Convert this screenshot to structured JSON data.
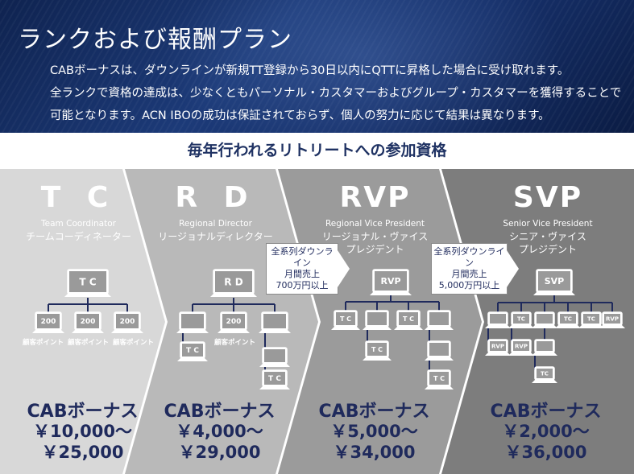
{
  "header": {
    "title": "ランクおよび報酬プラン",
    "description": [
      "CABボーナスは、ダウンラインが新規TT登録から30日以内にQTTに昇格した場合に受け取れます。",
      "全ランクで資格の達成は、少なくともパーソナル・カスタマーおよびグループ・カスタマーを獲得することで",
      "可能となります。ACN IBOの成功は保証されておらず、個人の努力に応じて結果は異なります。"
    ]
  },
  "subtitle": "毎年行われるリトリートへの参加資格",
  "colors": {
    "header_bg": "#16306a",
    "tc": "#d8d8d8",
    "rd": "#b9b9b9",
    "rvp": "#9b9b9b",
    "svp": "#7d7d7d",
    "bonus_text": "#1f2a5c"
  },
  "ranks": [
    {
      "code": "T C",
      "en": "Team Coordinator",
      "ja": "チームコーディネーター",
      "icon_label": "T C",
      "bonus_label": "CABボーナス",
      "bonus_min": "￥10,000～",
      "bonus_max": "￥25,000",
      "point_value": "200",
      "point_label": "顧客ポイント"
    },
    {
      "code": "R D",
      "en": "Regional Director",
      "ja": "リージョナルディレクター",
      "icon_label": "R D",
      "bonus_label": "CABボーナス",
      "bonus_min": "￥4,000～",
      "bonus_max": "￥29,000",
      "point_value": "200",
      "point_label": "顧客ポイント",
      "tc_label": "T C"
    },
    {
      "code": "RVP",
      "en": "Regional Vice President",
      "ja": "リージョナル・ヴァイス\nプレジデント",
      "icon_label": "RVP",
      "bonus_label": "CABボーナス",
      "bonus_min": "￥5,000～",
      "bonus_max": "￥34,000",
      "tc_label": "T C",
      "callout": [
        "全系列ダウンライン",
        "月間売上",
        "700万円以上"
      ]
    },
    {
      "code": "SVP",
      "en": "Senior Vice President",
      "ja": "シニア・ヴァイス\nプレジデント",
      "icon_label": "SVP",
      "bonus_label": "CABボーナス",
      "bonus_min": "￥2,000～",
      "bonus_max": "￥36,000",
      "tc_label": "TC",
      "rvp_label": "RVP",
      "callout": [
        "全系列ダウンライン",
        "月間売上",
        "5,000万円以上"
      ]
    }
  ]
}
